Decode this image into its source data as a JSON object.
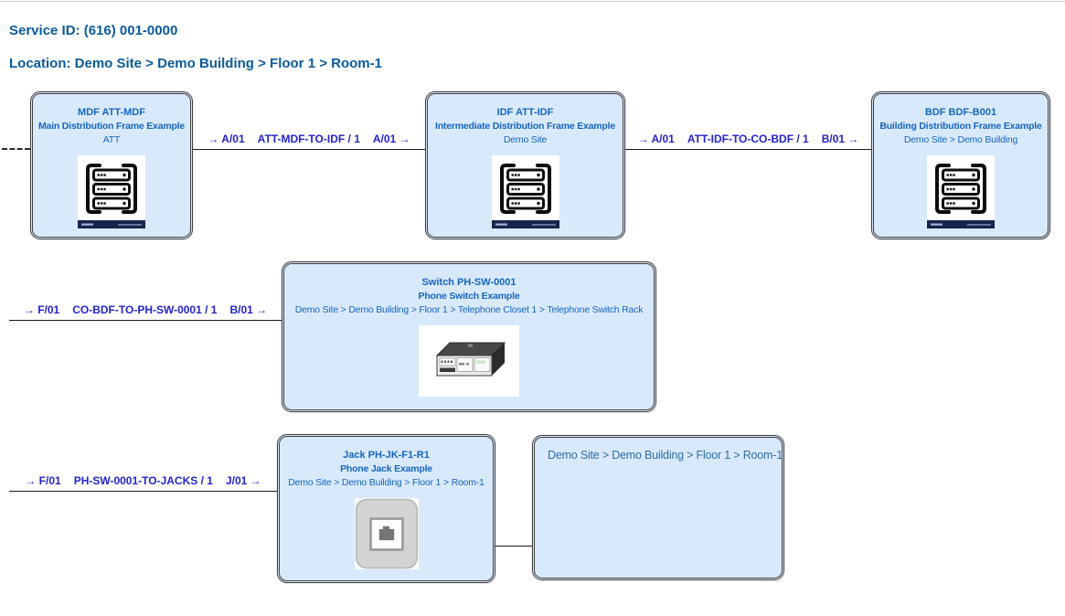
{
  "header": {
    "service_id_label": "Service ID:",
    "service_id_value": "(616) 001-0000",
    "location_label": "Location:",
    "location_value": "Demo Site > Demo Building > Floor 1 > Room-1",
    "service_id_line": "Service ID: (616) 001-0000",
    "location_line": "Location: Demo Site > Demo Building > Floor 1 > Room-1"
  },
  "colors": {
    "header_text": "#0a5a9e",
    "node_fill": "#d9e9fc",
    "node_border": "#3f3f3f",
    "node_text": "#1565c0",
    "link_text": "#2323cc",
    "room_text": "#2e6da4",
    "line": "#1a1a1a"
  },
  "nodes": [
    {
      "id": "mdf",
      "title": "MDF ATT-MDF",
      "subtitle": "Main Distribution Frame Example",
      "location": "ATT",
      "icon": "rack-icon"
    },
    {
      "id": "idf",
      "title": "IDF ATT-IDF",
      "subtitle": "Intermediate Distribution Frame Example",
      "location": "Demo Site",
      "icon": "rack-icon"
    },
    {
      "id": "bdf",
      "title": "BDF BDF-B001",
      "subtitle": "Building Distribution Frame Example",
      "location": "Demo Site > Demo Building",
      "icon": "rack-icon"
    },
    {
      "id": "switch",
      "title": "Switch PH-SW-0001",
      "subtitle": "Phone Switch Example",
      "location": "Demo Site > Demo Building > Floor 1 > Telephone Closet 1 > Telephone Switch Rack",
      "icon": "switch-icon"
    },
    {
      "id": "jack",
      "title": "Jack PH-JK-F1-R1",
      "subtitle": "Phone Jack Example",
      "location": "Demo Site > Demo Building > Floor 1 > Room-1",
      "icon": "jack-icon"
    },
    {
      "id": "room",
      "title": "",
      "subtitle": "",
      "location": "Demo Site > Demo Building > Floor 1 > Room-1",
      "icon": ""
    }
  ],
  "connections": [
    {
      "from_port": "→ A/01",
      "cable": "ATT-MDF-TO-IDF / 1",
      "to_port": "A/01 →"
    },
    {
      "from_port": "→ A/01",
      "cable": "ATT-IDF-TO-CO-BDF / 1",
      "to_port": "B/01 →"
    },
    {
      "from_port": "→ F/01",
      "cable": "CO-BDF-TO-PH-SW-0001 / 1",
      "to_port": "B/01 →"
    },
    {
      "from_port": "→ F/01",
      "cable": "PH-SW-0001-TO-JACKS / 1",
      "to_port": "J/01 →"
    }
  ]
}
